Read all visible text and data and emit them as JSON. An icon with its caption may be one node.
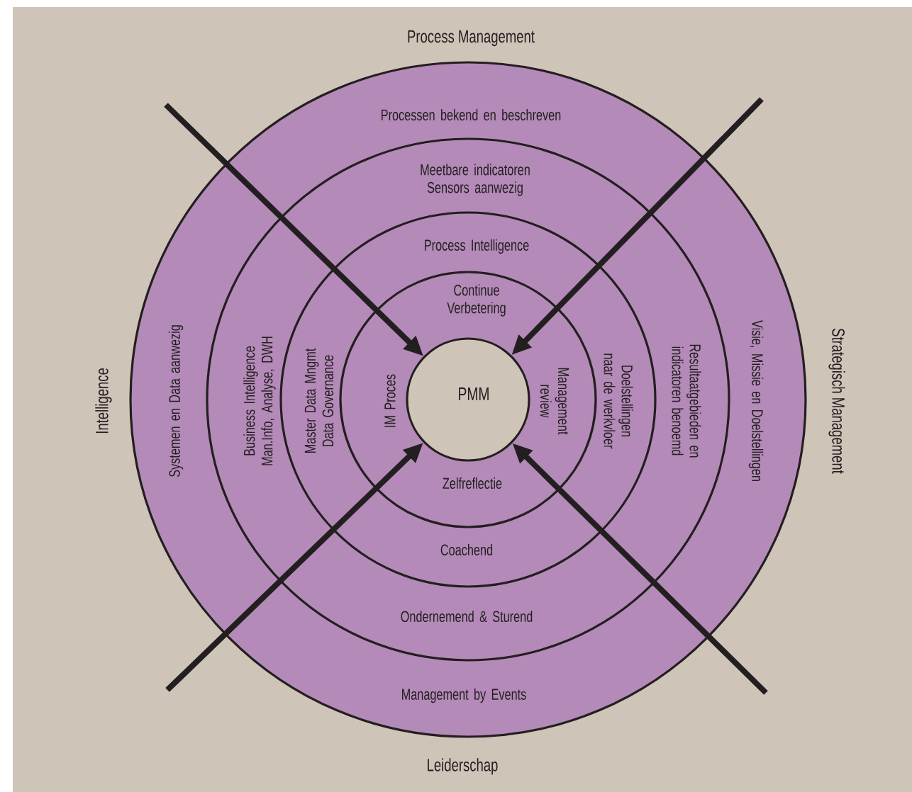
{
  "diagram": {
    "nodes": [
      {
        "text": [
          "Processen bekend en beschreven",
          "Systemen en Data aanwezig",
          "Visie, Missie en Doelstellingen",
          "Management by Events"
        ]
      },
      {
        "text": [
          "Meetbare indicatoren Sensors aanwezig",
          "Business Intelligence Man.Info, Analyse, DWH",
          "Resultaatgebieden en indicatoren benoemd",
          "Ondernemend & Sturend"
        ],
        "in": 0
      },
      {
        "text": [
          "Process Intelligence",
          "Master Data Mngmt Data Governance",
          "Doelstellingen naar de werkvloer",
          "Coachend"
        ],
        "in": 1
      },
      {
        "text": [
          "Continue Verbetering",
          "IM Proces",
          "Management review",
          "Zelfreflectie"
        ],
        "in": 2
      },
      {
        "text": [
          "PMM"
        ],
        "in": 3
      }
    ],
    "edges": [
      {
        "from": null,
        "to": 4,
        "arrow": "to"
      },
      {
        "from": null,
        "to": 4,
        "arrow": "to"
      },
      {
        "from": null,
        "to": 4,
        "arrow": "to"
      },
      {
        "from": null,
        "to": 4,
        "arrow": "to"
      }
    ],
    "labels": [
      "Process Management",
      "Intelligence",
      "Strategisch Management",
      "Leiderschap"
    ]
  }
}
